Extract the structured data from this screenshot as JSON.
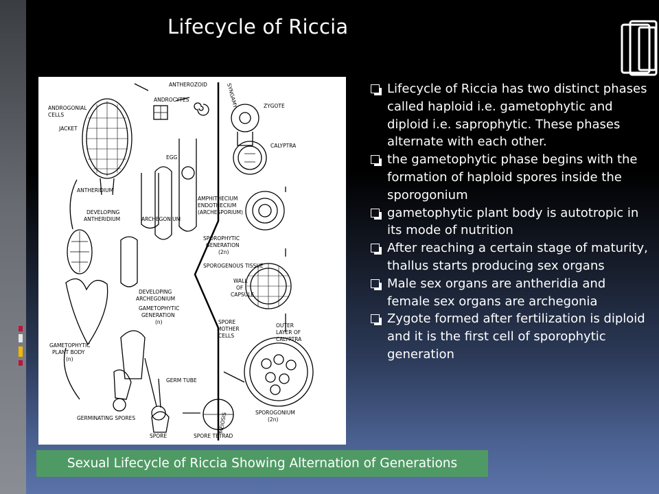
{
  "slide": {
    "title": "Lifecycle of Riccia",
    "caption": "Sexual Lifecycle of Riccia Showing Alternation of Generations"
  },
  "bullets": [
    "Lifecycle of Riccia has two distinct phases called haploid i.e. gametophytic and diploid i.e. saprophytic. These phases alternate with each other.",
    " the gametophytic phase begins with the formation of haploid spores inside the sporogonium",
    " gametophytic  plant body is autotropic in its mode of nutrition",
    "After reaching a certain stage of maturity, thallus starts producing sex  organs",
    "Male sex organs are antheridia and female sex organs are archegonia",
    "Zygote formed after fertilization is diploid and it is the first cell of sporophytic generation"
  ],
  "figure": {
    "labels": {
      "antherozoid": "ANTHEROZOID",
      "androcytes": "ANDROCYTES",
      "androgonial_cells_1": "ANDROGONIAL",
      "androgonial_cells_2": "CELLS",
      "jacket": "JACKET",
      "syngamy": "SYNGAMY",
      "zygote": "ZYGOTE",
      "egg": "EGG",
      "calyptra": "CALYPTRA",
      "antheridium": "ANTHERIDIUM",
      "amphithecium": "AMPHITHECIUM",
      "endothecium": "ENDOTHECIUM",
      "archesporium": "(ARCHESPORIUM)",
      "developing_antheridium_1": "DEVELOPING",
      "developing_antheridium_2": "ANTHERIDIUM",
      "archegonium": "ARCHEGONIUM",
      "sporophytic_gen_1": "SPOROPHYTIC",
      "sporophytic_gen_2": "GENERATION",
      "sporophytic_gen_3": "(2n)",
      "sporogenous_tissue": "SPOROGENOUS TISSUE",
      "developing_archegonium_1": "DEVELOPING",
      "developing_archegonium_2": "ARCHEGONIUM",
      "wall_1": "WALL",
      "wall_2": "OF",
      "wall_3": "CAPSULE",
      "gametophytic_gen_1": "GAMETOPHYTIC",
      "gametophytic_gen_2": "GENERATION",
      "gametophytic_gen_3": "(n)",
      "spore_mother_1": "SPORE",
      "spore_mother_2": "MOTHER",
      "spore_mother_3": "CELLS",
      "outer_layer_1": "OUTER",
      "outer_layer_2": "LAYER OF",
      "outer_layer_3": "CALYPTRA",
      "plant_body_1": "GAMETOPHYTIC",
      "plant_body_2": "PLANT BODY",
      "plant_body_3": "(n)",
      "germ_tube": "GERM TUBE",
      "meiosis": "MEIOSIS",
      "germinating_spores": "GERMINATING SPORES",
      "sporogonium_1": "SPOROGONIUM",
      "sporogonium_2": "(2n)",
      "spore": "SPORE",
      "spore_tetrad": "SPORE TETRAD"
    }
  },
  "colors": {
    "caption_bg": "#4f9a64",
    "accent_red": "#c0123c",
    "accent_yellow": "#f2b800"
  }
}
